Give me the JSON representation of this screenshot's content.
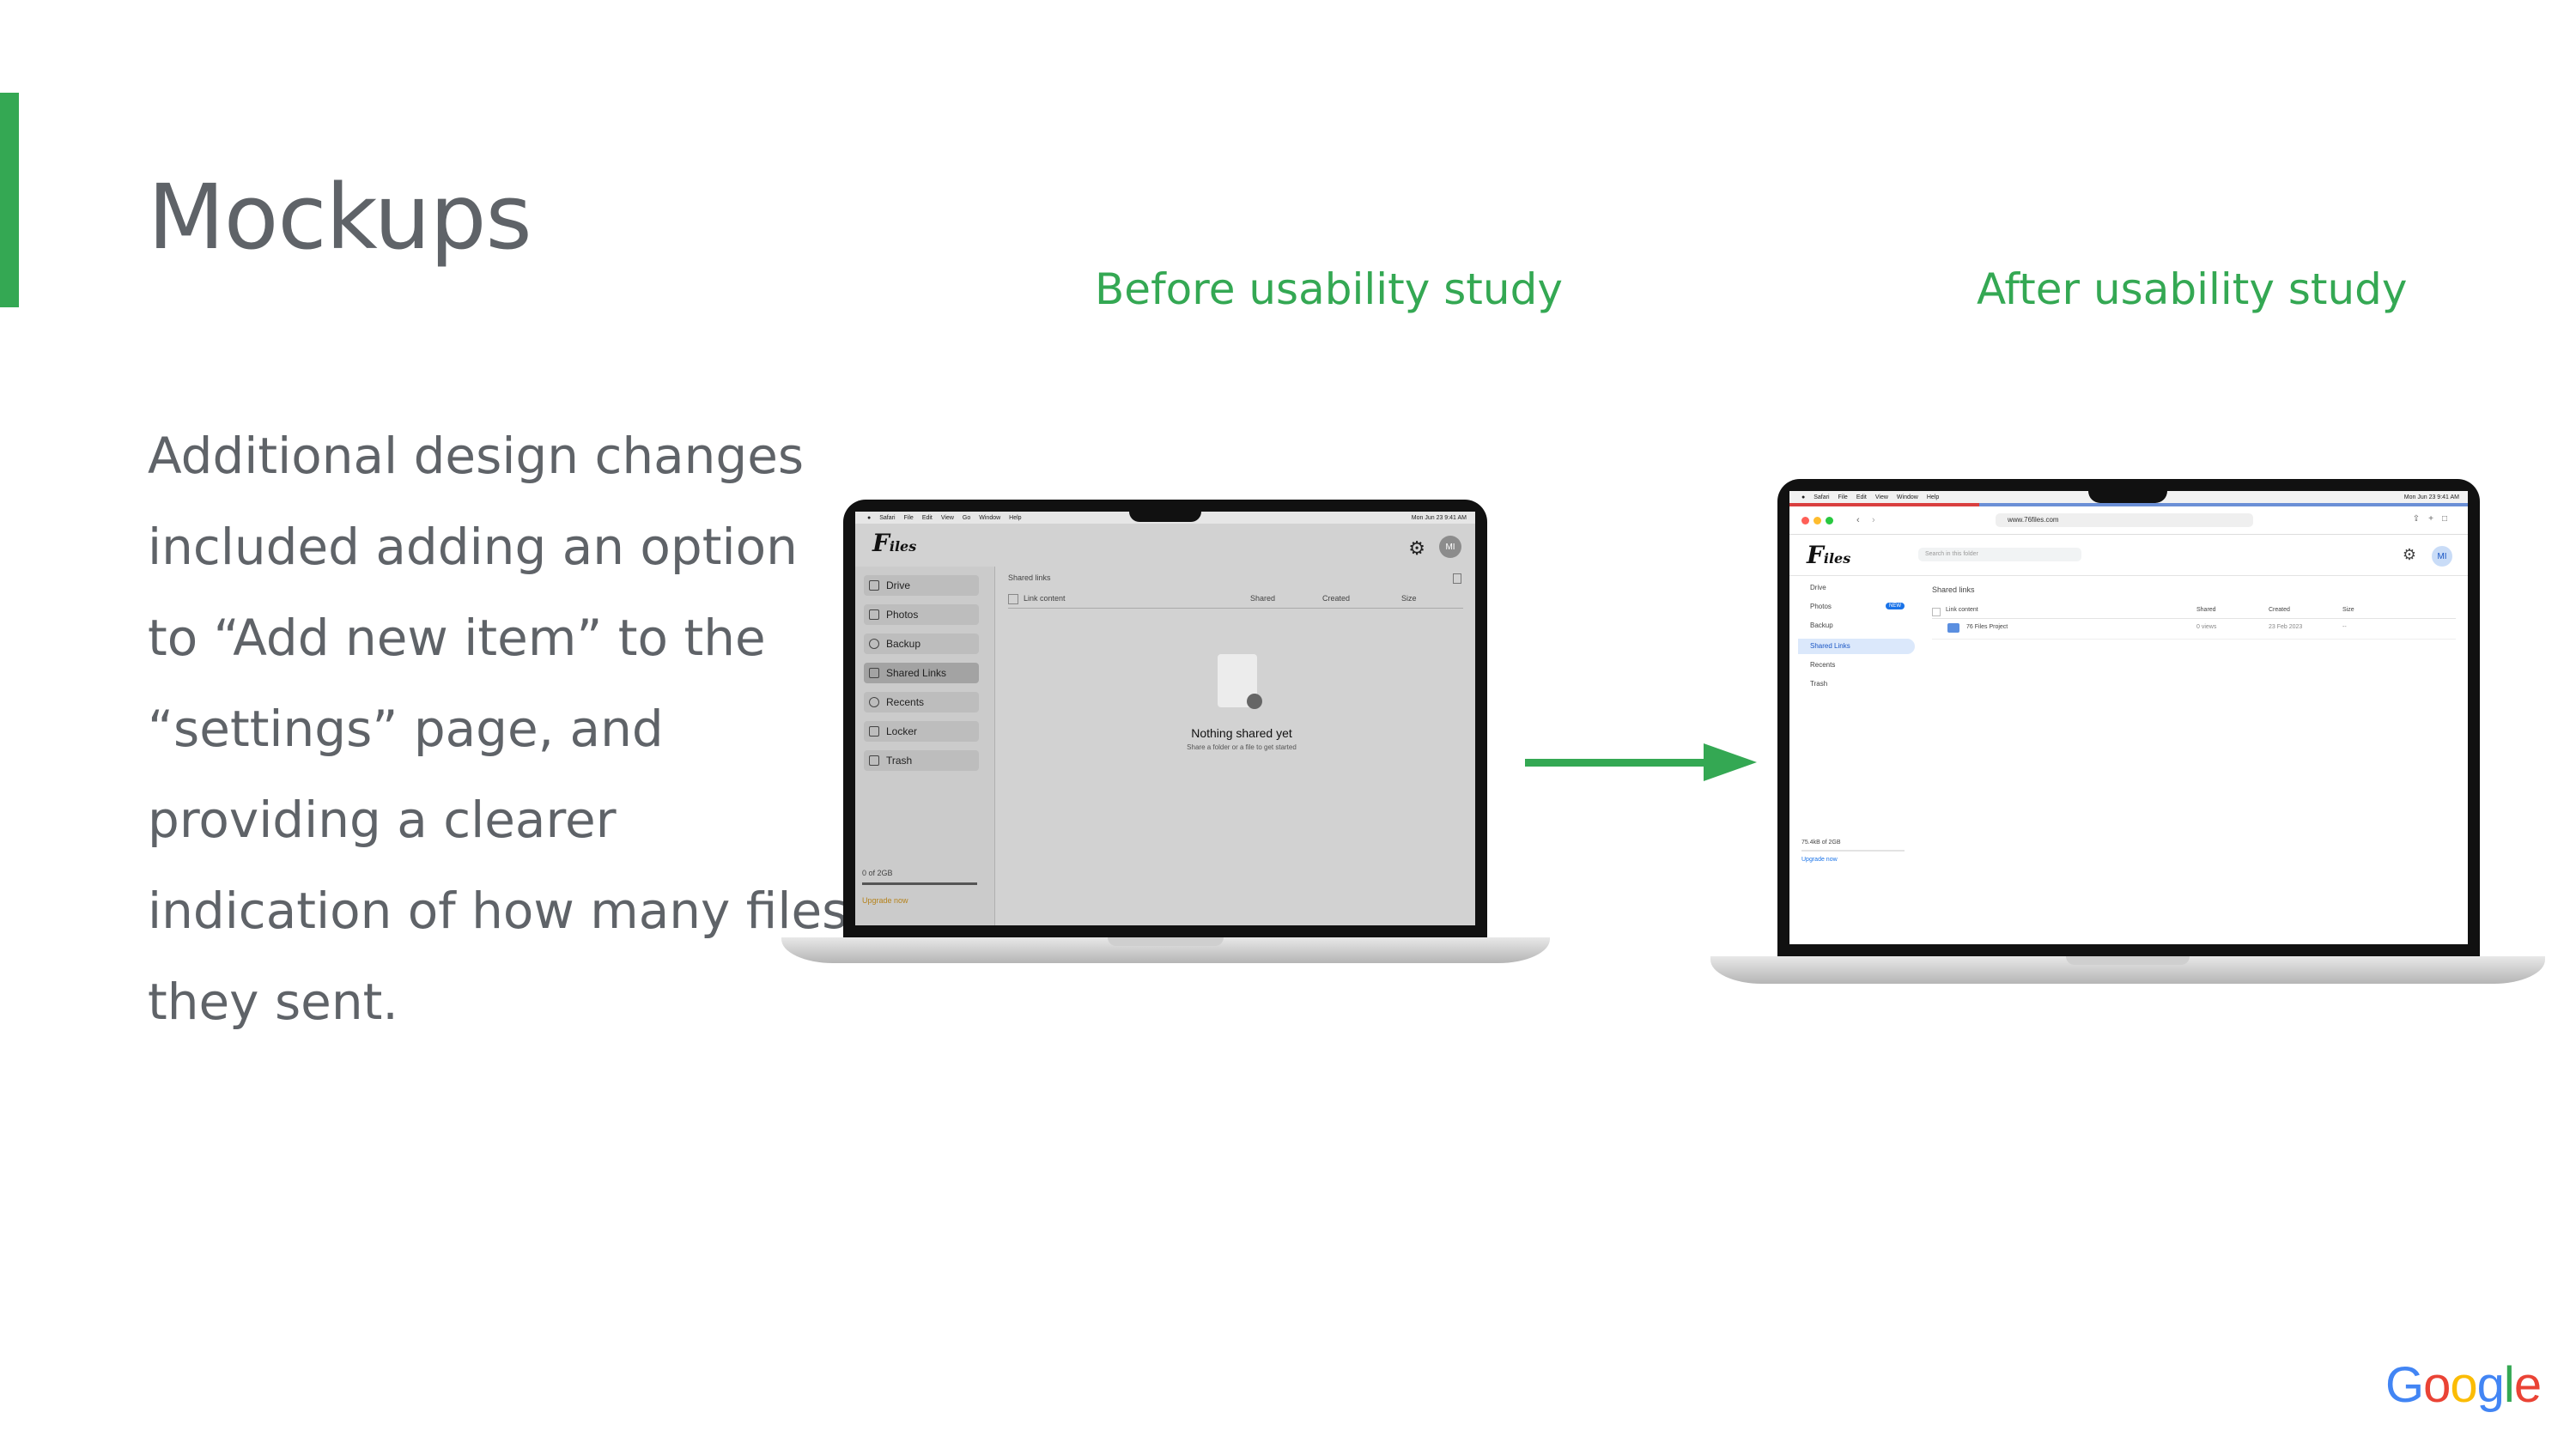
{
  "slide": {
    "title": "Mockups",
    "before_label": "Before usability study",
    "after_label": "After usability study",
    "body_lines": [
      "Additional design changes",
      "included adding an option",
      "to “Add new item” to the",
      "“settings” page, and",
      "providing a clearer",
      "indication of how many files",
      "they sent."
    ],
    "accent_color": "#34a853",
    "text_color": "#5f6368"
  },
  "before_mockup": {
    "menubar": [
      "Safari",
      "File",
      "Edit",
      "View",
      "Go",
      "Window",
      "Help"
    ],
    "clock": "Mon Jun 23  9:41 AM",
    "sidebar": [
      "Drive",
      "Photos",
      "Backup",
      "Shared Links",
      "Recents",
      "Locker",
      "Trash"
    ],
    "active_item": "Shared Links",
    "section_title": "Shared links",
    "columns": [
      "Link content",
      "Shared",
      "Created",
      "Size"
    ],
    "empty_title": "Nothing shared yet",
    "empty_subtitle": "Share a folder or a file to get started",
    "storage": "0 of 2GB",
    "upgrade": "Upgrade now",
    "avatar": "MI"
  },
  "after_mockup": {
    "menubar": [
      "Safari",
      "File",
      "Edit",
      "View",
      "Window",
      "Help"
    ],
    "clock": "Mon Jun 23  9:41 AM",
    "url": "www.76files.com",
    "search_placeholder": "Search in this folder",
    "sidebar": [
      "Drive",
      "Photos",
      "Backup",
      "Shared Links",
      "Recents",
      "Trash"
    ],
    "new_badge": "NEW",
    "active_item": "Shared Links",
    "section_title": "Shared links",
    "columns": [
      "Link content",
      "Shared",
      "Created",
      "Size"
    ],
    "rows": [
      {
        "name": "76 Files Project",
        "shared": "0 views",
        "created": "23 Feb 2023",
        "size": "--"
      }
    ],
    "storage": "75.4kB of 2GB",
    "upgrade": "Upgrade now",
    "avatar": "MI"
  },
  "branding": {
    "google": [
      "G",
      "o",
      "o",
      "g",
      "l",
      "e"
    ],
    "google_colors": [
      "#4285f4",
      "#ea4335",
      "#fbbc05",
      "#4285f4",
      "#34a853",
      "#ea4335"
    ]
  }
}
